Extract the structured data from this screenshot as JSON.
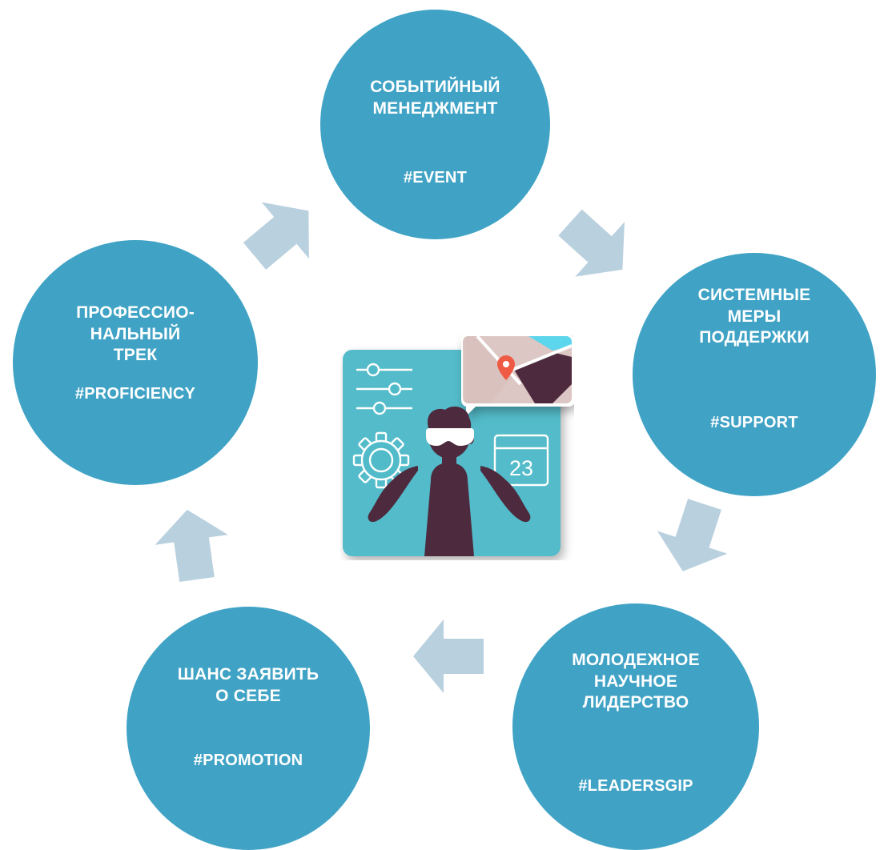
{
  "colors": {
    "circle": "#40a3c5",
    "arrow": "#b9d0df",
    "card_bg": "#52bbc9",
    "figure": "#4e2a3e",
    "map_bg": "#dcc7c4",
    "map_accent": "#5cd6ec",
    "pin": "#ee5a43"
  },
  "nodes": {
    "event": {
      "title": "СОБЫТИЙНЫЙ\nМЕНЕДЖМЕНТ",
      "tag": "#EVENT"
    },
    "support": {
      "title": "СИСТЕМНЫЕ\nМЕРЫ\nПОДДЕРЖКИ",
      "tag": "#SUPPORT"
    },
    "leadership": {
      "title": "МОЛОДЕЖНОЕ\nНАУЧНОЕ\nЛИДЕРСТВО",
      "tag": "#LEADERSGIP"
    },
    "promotion": {
      "title": "ШАНС ЗАЯВИТЬ\nО СЕБЕ",
      "tag": "#PROMOTION"
    },
    "proficiency": {
      "title": "ПРОФЕССИО-\nНАЛЬНЫЙ\nТРЕК",
      "tag": "#PROFICIENCY"
    }
  },
  "illustration": {
    "calendar_day": "23",
    "icons": [
      "sliders-icon",
      "gear-icon",
      "calendar-icon",
      "map-pin-icon",
      "person-with-vr-headset-icon"
    ]
  }
}
